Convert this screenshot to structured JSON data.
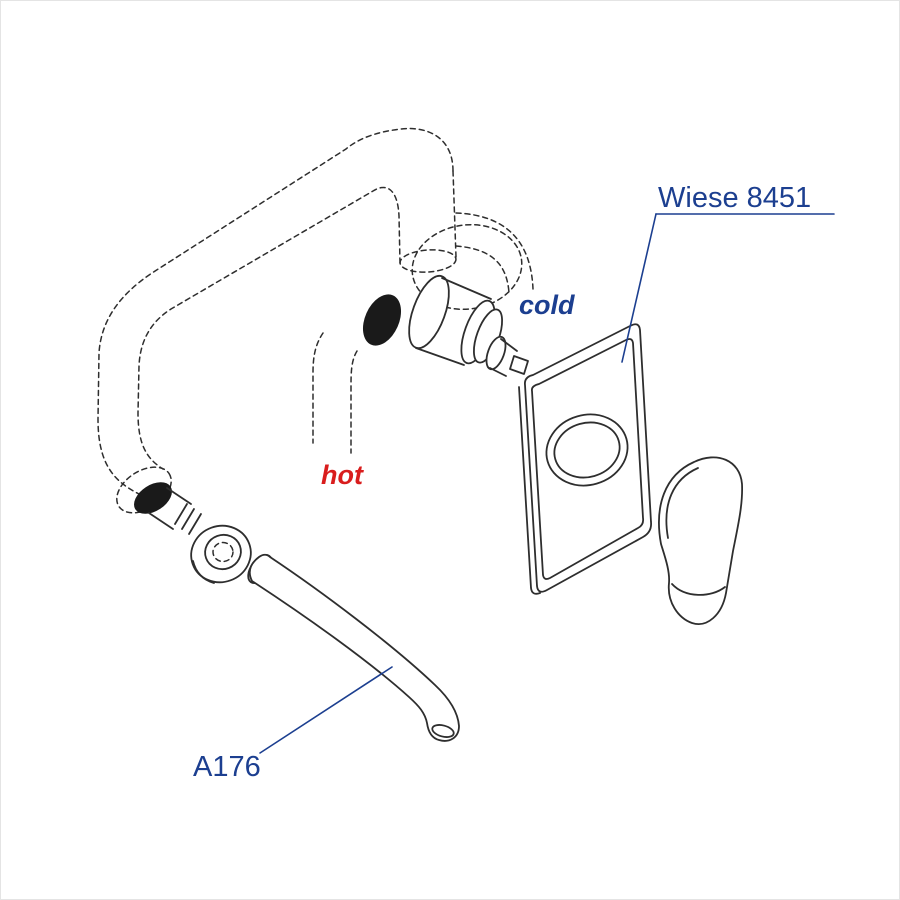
{
  "page": {
    "background": "#ffffff",
    "border_color": "#e4e4e4"
  },
  "diagram": {
    "type": "plumbing-faucet-exploded-view",
    "line_color": "#2e2e2e",
    "accent_blue": "#1c3f90",
    "accent_red": "#d91d1d",
    "metal_gray": "#c6c6c6",
    "labels": {
      "plate_part": {
        "text": "Wiese 8451",
        "color": "#1c3f90"
      },
      "cold": {
        "text": "cold",
        "color": "#1c3f90"
      },
      "hot": {
        "text": "hot",
        "color": "#d91d1d"
      },
      "spout_part": {
        "text": "A176",
        "color": "#1c3f90"
      }
    }
  }
}
